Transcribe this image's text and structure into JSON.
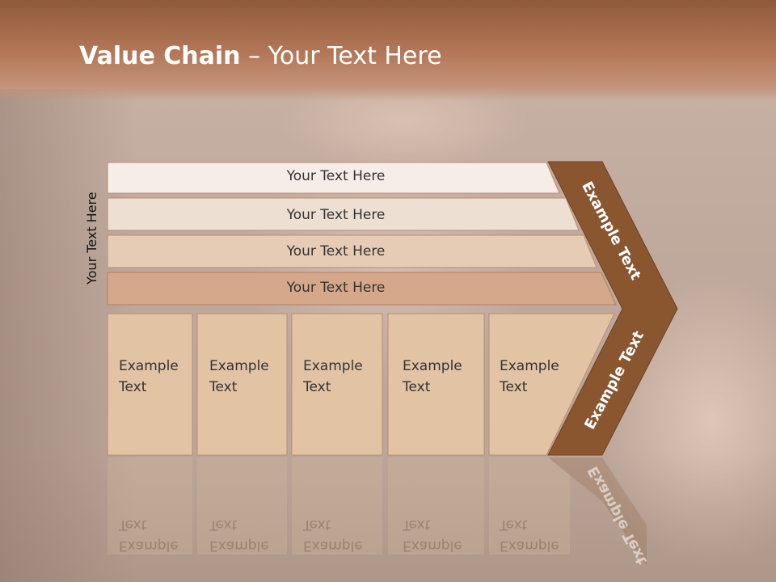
{
  "slide": {
    "title_bold": "Value Chain",
    "title_rest": " – Your Text Here",
    "side_label": "Your Text Here",
    "bars": [
      {
        "label": "Your Text Here",
        "color": "#f6ede8"
      },
      {
        "label": "Your Text Here",
        "color": "#eedfd3"
      },
      {
        "label": "Your Text Here",
        "color": "#e6cbb5"
      },
      {
        "label": "Your Text Here",
        "color": "#d4a889"
      }
    ],
    "columns": [
      {
        "label": "Example\nText"
      },
      {
        "label": "Example\nText"
      },
      {
        "label": "Example\nText"
      },
      {
        "label": "Example\nText"
      },
      {
        "label": "Example\nText"
      }
    ],
    "chevron_top": "Example Text",
    "chevron_bottom": "Example Text",
    "colors": {
      "chevron": "#8a5630",
      "column": "#e2c3a4",
      "header": "#9b6444"
    }
  }
}
